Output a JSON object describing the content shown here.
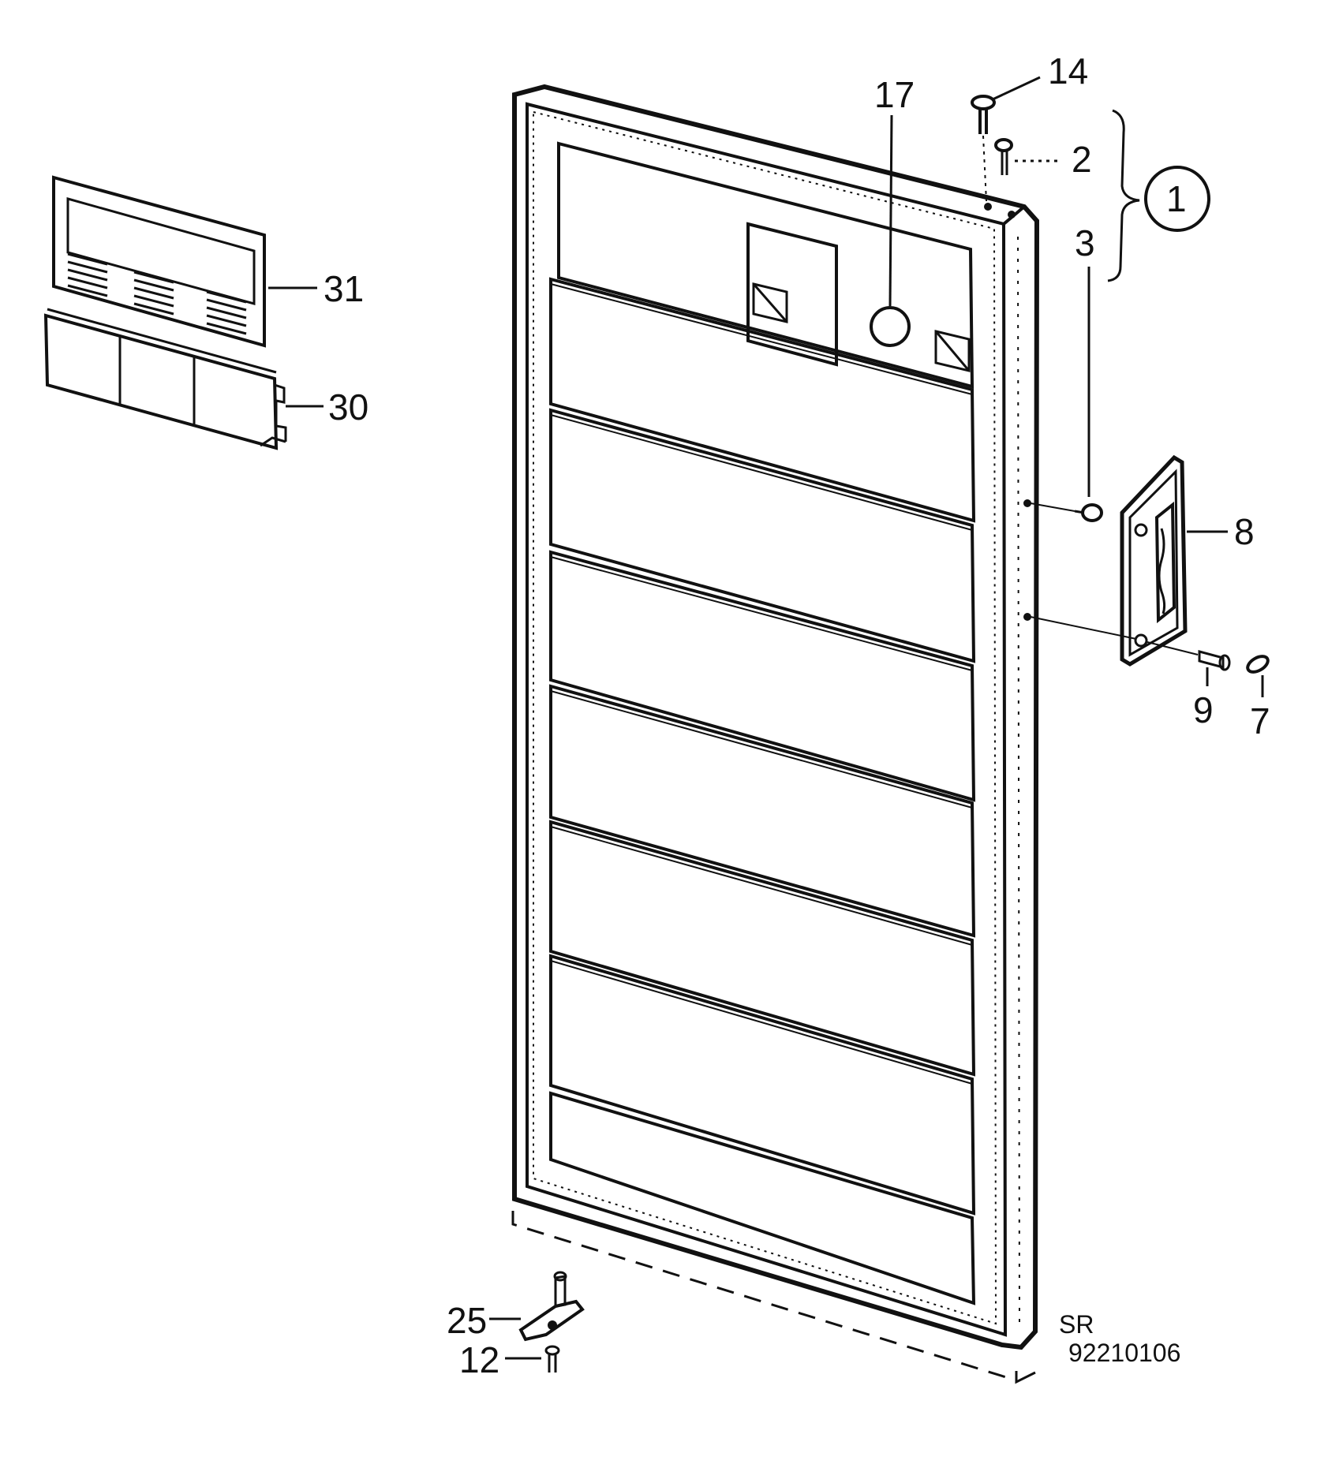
{
  "labels": {
    "p1": "1",
    "p2": "2",
    "p3": "3",
    "p7": "7",
    "p8": "8",
    "p9": "9",
    "p12": "12",
    "p14": "14",
    "p17": "17",
    "p25": "25",
    "p30": "30",
    "p31": "31"
  },
  "code": {
    "line1": "SR",
    "line2": "92210106"
  }
}
